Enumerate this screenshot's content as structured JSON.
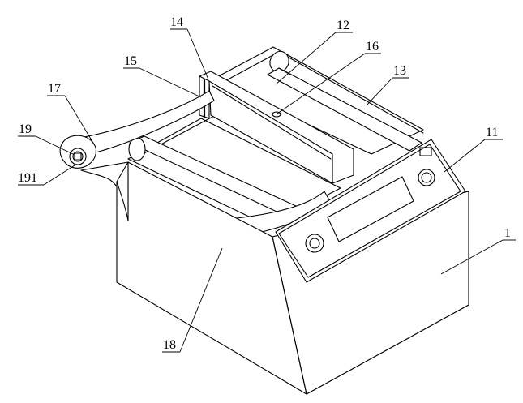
{
  "labels": {
    "l14": "14",
    "l12": "12",
    "l16": "16",
    "l15": "15",
    "l13": "13",
    "l17": "17",
    "l19": "19",
    "l11": "11",
    "l191": "191",
    "l1": "1",
    "l18": "18"
  }
}
